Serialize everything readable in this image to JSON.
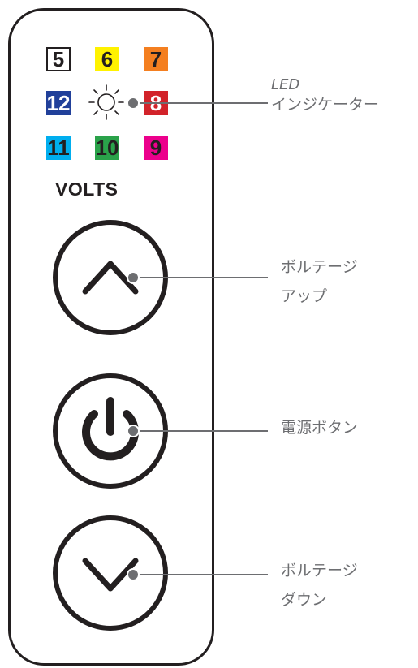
{
  "leds": [
    {
      "label": "5",
      "bg": "#ffffff",
      "fg": "#231f20"
    },
    {
      "label": "6",
      "bg": "#fff200",
      "fg": "#231f20"
    },
    {
      "label": "7",
      "bg": "#f47f20",
      "fg": "#231f20"
    },
    {
      "label": "12",
      "bg": "#21409a",
      "fg": "#ffffff"
    },
    {
      "label": "8",
      "bg": "#d2232a",
      "fg": "#ffffff"
    },
    {
      "label": "11",
      "bg": "#00aeef",
      "fg": "#231f20"
    },
    {
      "label": "10",
      "bg": "#2aa24a",
      "fg": "#231f20"
    },
    {
      "label": "9",
      "bg": "#ec008c",
      "fg": "#231f20"
    }
  ],
  "volts_label": "VOLTS",
  "buttons": {
    "up_icon": "chevron-up-icon",
    "power_icon": "power-icon",
    "down_icon": "chevron-down-icon"
  },
  "callouts": {
    "led": {
      "line1": "LED",
      "line2": "インジケーター"
    },
    "up": {
      "line1": "ボルテージ",
      "line2": "アップ"
    },
    "power": {
      "line1": "電源ボタン"
    },
    "down": {
      "line1": "ボルテージ",
      "line2": "ダウン"
    }
  },
  "colors": {
    "outline": "#231f20",
    "callout": "#6d6e71"
  }
}
